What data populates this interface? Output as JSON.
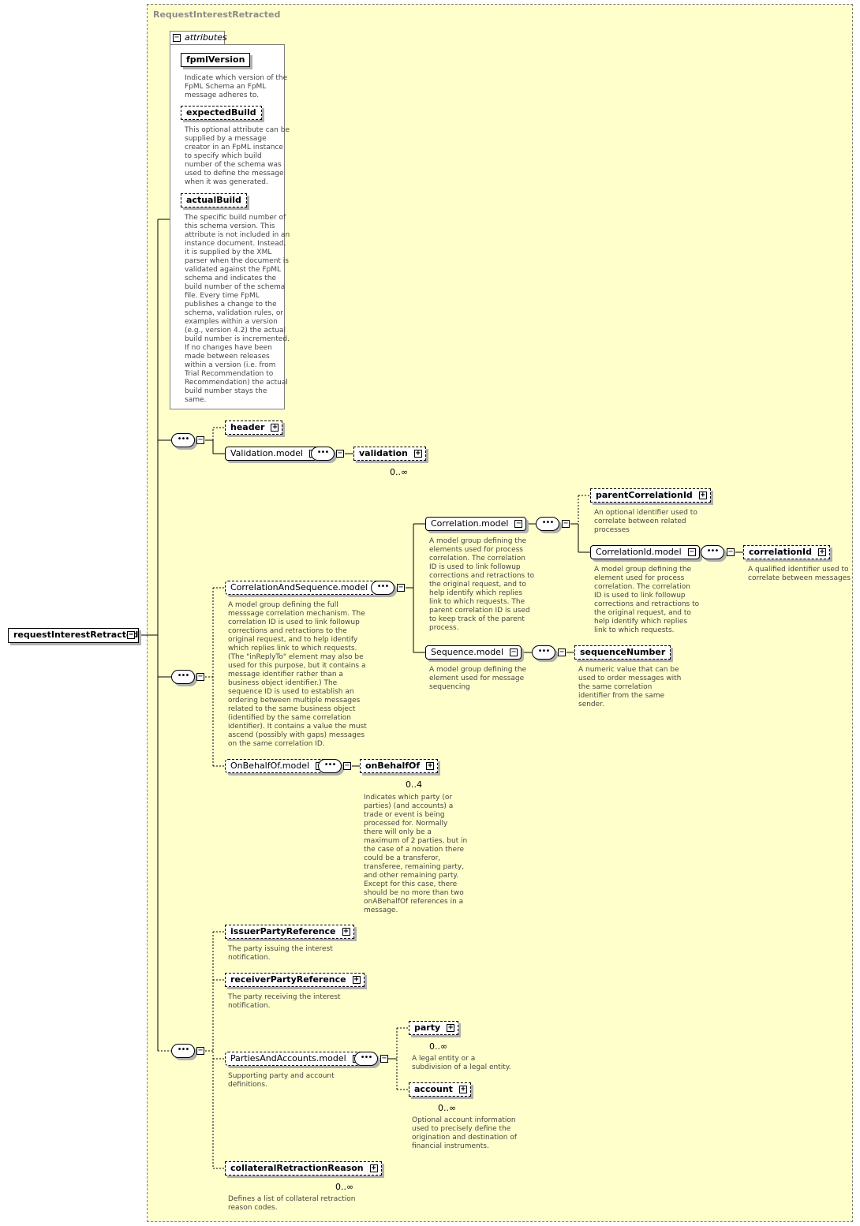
{
  "type_name": "RequestInterestRetracted",
  "root": {
    "label": "requestInterestRetracted"
  },
  "attributes": {
    "tab_label": "attributes",
    "items": [
      {
        "name": "fpmlVersion",
        "desc": [
          "Indicate which version of the",
          "FpML Schema an FpML",
          "message adheres to."
        ]
      },
      {
        "name": "expectedBuild",
        "desc": [
          "This optional attribute can be",
          "supplied by a message",
          "creator in an FpML instance",
          "to specify which build",
          "number of the schema was",
          "used to define the message",
          "when it was generated."
        ]
      },
      {
        "name": "actualBuild",
        "desc": [
          "The specific build number of",
          "this schema version. This",
          "attribute is not included in an",
          "instance document. Instead,",
          "it is supplied by the XML",
          "parser when the document is",
          "validated against the FpML",
          "schema and indicates the",
          "build number of the schema",
          "file. Every time FpML",
          "publishes a change to the",
          "schema, validation rules, or",
          "examples within a version",
          "(e.g., version 4.2) the actual",
          "build number is incremented.",
          "If no changes have been",
          "made between releases",
          "within a version (i.e. from",
          "Trial Recommendation to",
          "Recommendation) the actual",
          "build number stays the",
          "same."
        ]
      }
    ]
  },
  "nodes": {
    "header": "header",
    "validation_model": "Validation.model",
    "validation": "validation",
    "validation_card": "0..∞",
    "correlation_and_sequence_model": "CorrelationAndSequence.model",
    "correlation_and_sequence_desc": [
      "A model group defining the full",
      "messsage correlation mechanism. The",
      "correlation ID is used to link followup",
      "corrections and retractions to the",
      "original request, and to help identify",
      "which replies link to which requests.",
      "(The \"inReplyTo\" element may also be",
      "used for this purpose, but it contains a",
      "message identifier rather than a",
      "business object identifier.) The",
      "sequence ID is used to establish an",
      "ordering between multiple messages",
      "related to the same business object",
      "(identified by the same correlation",
      "identifier). It contains a value the must",
      "ascend (possibly with gaps) messages",
      "on the same correlation ID."
    ],
    "correlation_model": "Correlation.model",
    "correlation_model_desc": [
      "A model group defining the",
      "elements used for process",
      "correlation. The correlation",
      "ID is used to link followup",
      "corrections and retractions to",
      "the original request, and to",
      "help identify which replies",
      "link to which requests. The",
      "parent correlation ID is used",
      "to keep track of the parent",
      "process."
    ],
    "parent_correlation_id": "parentCorrelationId",
    "parent_correlation_id_desc": [
      "An optional identifier used to",
      "correlate between related",
      "processes"
    ],
    "correlation_id_model": "CorrelationId.model",
    "correlation_id_model_desc": [
      "A model group defining the",
      "element used for process",
      "correlation. The correlation",
      "ID is used to link followup",
      "corrections and retractions to",
      "the original request, and to",
      "help identify which replies",
      "link to which requests."
    ],
    "correlation_id": "correlationId",
    "correlation_id_desc": [
      "A qualified identifier used to",
      "correlate between messages"
    ],
    "sequence_model": "Sequence.model",
    "sequence_model_desc": [
      "A model group defining the",
      "element used for message",
      "sequencing"
    ],
    "sequence_number": "sequenceNumber",
    "sequence_number_desc": [
      "A numeric value that can be",
      "used to order messages with",
      "the same correlation",
      "identifier from the same",
      "sender."
    ],
    "on_behalf_of_model": "OnBehalfOf.model",
    "on_behalf_of": "onBehalfOf",
    "on_behalf_of_card": "0..4",
    "on_behalf_of_desc": [
      "Indicates which party (or",
      "parties) (and accounts) a",
      "trade or event is being",
      "processed for. Normally",
      "there will only be a",
      "maximum of 2 parties, but in",
      "the case of a novation there",
      "could be a transferor,",
      "transferee, remaining party,",
      "and other remaining party.",
      "Except for this case, there",
      "should be no more than two",
      "onABehalfOf references in a",
      "message."
    ],
    "issuer_party_reference": "issuerPartyReference",
    "issuer_party_reference_desc": [
      "The party issuing the interest",
      "notification."
    ],
    "receiver_party_reference": "receiverPartyReference",
    "receiver_party_reference_desc": [
      "The party receiving the interest",
      "notification."
    ],
    "parties_and_accounts_model": "PartiesAndAccounts.model",
    "parties_and_accounts_model_desc": [
      "Supporting party and account",
      "definitions."
    ],
    "party": "party",
    "party_card": "0..∞",
    "party_desc": [
      "A legal entity or a",
      "subdivision of a legal entity."
    ],
    "account": "account",
    "account_card": "0..∞",
    "account_desc": [
      "Optional account information",
      "used to precisely define the",
      "origination and destination of",
      "financial instruments."
    ],
    "collateral_retraction_reason": "collateralRetractionReason",
    "collateral_retraction_reason_card": "0..∞",
    "collateral_retraction_reason_desc": [
      "Defines a list of collateral retraction",
      "reason codes."
    ]
  },
  "icons": {
    "expand": "plus-icon",
    "collapse": "minus-icon",
    "sequence": "sequence-compositor-icon"
  }
}
